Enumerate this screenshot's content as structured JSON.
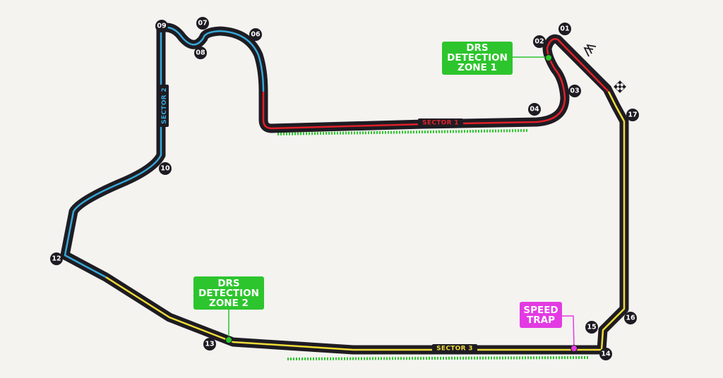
{
  "colors": {
    "background": "#f4f3f0",
    "track": "#1e1c22",
    "sector1": "#e0202a",
    "sector2": "#37a8d8",
    "sector3": "#f1dc37",
    "drs": "#2dc52d",
    "speed_trap": "#e33ae3",
    "turn_marker": "#1e1c22"
  },
  "turns": [
    "01",
    "02",
    "03",
    "04",
    "06",
    "07",
    "08",
    "09",
    "10",
    "12",
    "13",
    "14",
    "15",
    "16",
    "17"
  ],
  "sectors": {
    "s1": "SECTOR 1",
    "s2": "SECTOR 2",
    "s3": "SECTOR 3"
  },
  "drs_zone_1": [
    "DRS",
    "DETECTION",
    "ZONE 1"
  ],
  "drs_zone_2": [
    "DRS",
    "DETECTION",
    "ZONE 2"
  ],
  "speed_trap": [
    "SPEED",
    "TRAP"
  ],
  "icons": {
    "start_finish": "chequered-flag-icon",
    "direction": "direction-chevrons-icon"
  }
}
